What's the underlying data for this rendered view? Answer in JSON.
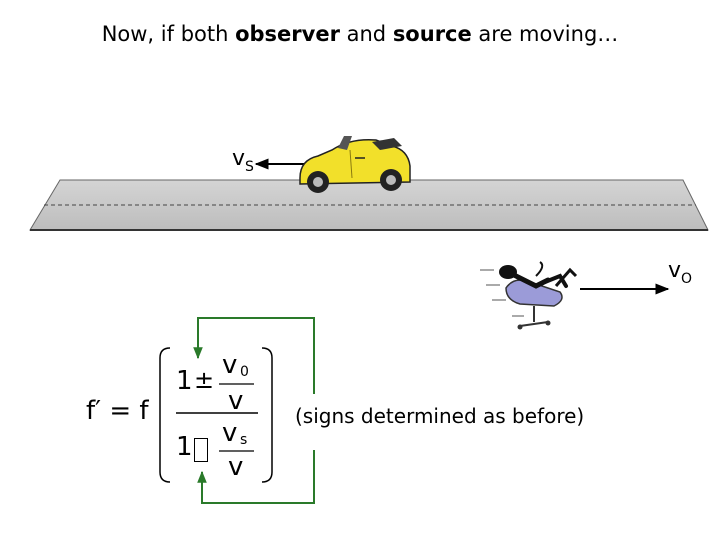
{
  "title": {
    "part1": "Now, if both ",
    "observer": "observer",
    "part2": " and ",
    "source": "source",
    "part3": " are moving…"
  },
  "labels": {
    "vs_main": "v",
    "vs_sub": "S",
    "vo_main": "v",
    "vo_sub": "O"
  },
  "formula": {
    "lhs": "f′ = f",
    "one_top": "1",
    "pm": "±",
    "v0": "v",
    "v0_sub": "0",
    "v_top": "v",
    "one_bottom": "1",
    "mp": "",
    "vs": "v",
    "vs_sub": "s",
    "v_bottom": "v"
  },
  "note": "(signs determined as before)",
  "colors": {
    "road": "#c8c8c8",
    "road_edge": "#555555",
    "car_body": "#f2e02a",
    "arrow_green": "#2a7a2a"
  },
  "icons": [
    "car-icon",
    "running-observer-icon"
  ]
}
